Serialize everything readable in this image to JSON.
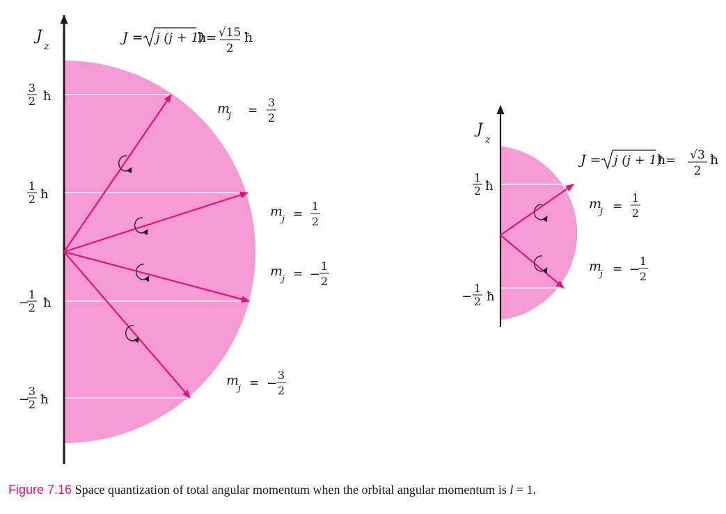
{
  "colors": {
    "fill": "#f59ad2",
    "vector": "#e4127e",
    "axis": "#1a1a1a",
    "caption_label": "#e4127e"
  },
  "left": {
    "axis_label": "J",
    "axis_sub": "z",
    "formula": {
      "lhs": "J = ",
      "root": "j (j + 1)",
      "hbar": "ħ",
      "eq": " = ",
      "num": "√15",
      "den": "2"
    },
    "levels": [
      {
        "num": "3",
        "den": "2",
        "sign": "",
        "m_num": "3",
        "m_sign": ""
      },
      {
        "num": "1",
        "den": "2",
        "sign": "",
        "m_num": "1",
        "m_sign": ""
      },
      {
        "num": "1",
        "den": "2",
        "sign": "−",
        "m_num": "1",
        "m_sign": "−"
      },
      {
        "num": "3",
        "den": "2",
        "sign": "−",
        "m_num": "3",
        "m_sign": "−"
      }
    ]
  },
  "right": {
    "axis_label": "J",
    "axis_sub": "z",
    "formula": {
      "lhs": "J = ",
      "root": "j (j + 1)",
      "hbar": "ħ",
      "eq": " = ",
      "num": "√3",
      "den": "2"
    },
    "levels": [
      {
        "num": "1",
        "den": "2",
        "sign": "",
        "m_num": "1",
        "m_sign": ""
      },
      {
        "num": "1",
        "den": "2",
        "sign": "−",
        "m_num": "1",
        "m_sign": "−"
      }
    ]
  },
  "m_label": {
    "m": "m",
    "sub": "j",
    "eq": "=",
    "den": "2",
    "hbar": "ħ"
  },
  "caption": {
    "label": "Figure 7.16",
    "text": " Space quantization of total angular momentum when the orbital angular momentum is ",
    "var": "l",
    "tail": " = 1."
  }
}
